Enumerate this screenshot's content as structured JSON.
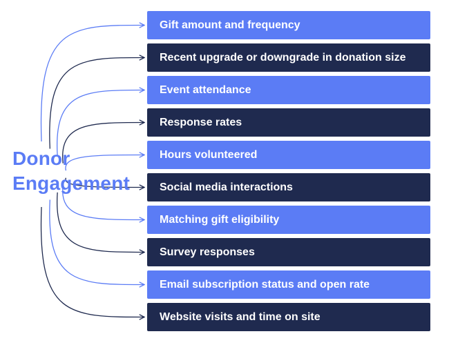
{
  "root": {
    "line1": "Donor",
    "line2": "Engagement"
  },
  "colors": {
    "light": "#5b7cf5",
    "dark": "#1f2a4f",
    "root_text": "#5b7cf5"
  },
  "items": [
    {
      "label": "Gift amount and frequency",
      "style": "light"
    },
    {
      "label": "Recent upgrade or downgrade in donation size",
      "style": "dark"
    },
    {
      "label": "Event attendance",
      "style": "light"
    },
    {
      "label": "Response rates",
      "style": "dark"
    },
    {
      "label": "Hours volunteered",
      "style": "light"
    },
    {
      "label": "Social media interactions",
      "style": "dark"
    },
    {
      "label": "Matching gift eligibility",
      "style": "light"
    },
    {
      "label": "Survey responses",
      "style": "dark"
    },
    {
      "label": "Email subscription status and open rate",
      "style": "light"
    },
    {
      "label": "Website visits and time on site",
      "style": "dark"
    }
  ]
}
